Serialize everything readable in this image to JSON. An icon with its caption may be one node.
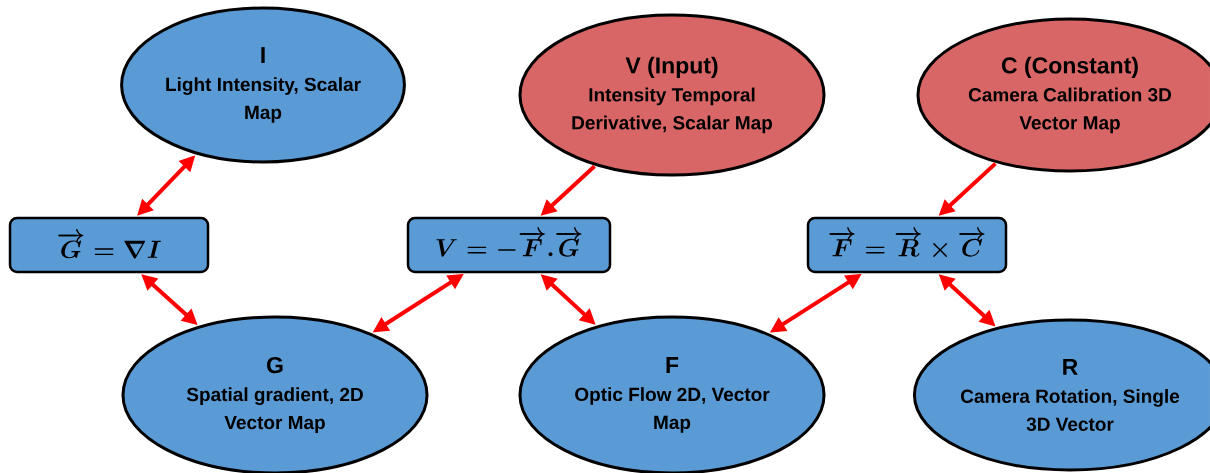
{
  "diagram": {
    "nodes": [
      {
        "text": [
          "I",
          "Light Intensity, Scalar Map"
        ]
      },
      {
        "text": [
          "V (Input)",
          "Intensity Temporal Derivative, Scalar Map"
        ]
      },
      {
        "text": [
          "C (Constant)",
          "Camera Calibration 3D Vector Map"
        ]
      },
      {
        "text": [
          "\\overrightarrow{G} = \\nabla I"
        ]
      },
      {
        "text": [
          "V = -\\overrightarrow{F} . \\overrightarrow{G}"
        ]
      },
      {
        "text": [
          "\\overrightarrow{F} = \\overrightarrow{R} \\times \\overrightarrow{C}"
        ]
      },
      {
        "text": [
          "G",
          "Spatial gradient, 2D Vector Map"
        ]
      },
      {
        "text": [
          "F",
          "Optic Flow 2D, Vector Map"
        ]
      },
      {
        "text": [
          "R",
          "Camera Rotation, Single 3D Vector"
        ]
      }
    ],
    "edges": [
      {
        "from": 3,
        "to": 0,
        "arrow": "both"
      },
      {
        "from": 1,
        "to": 4,
        "arrow": "to"
      },
      {
        "from": 2,
        "to": 5,
        "arrow": "to"
      },
      {
        "from": 3,
        "to": 6,
        "arrow": "both"
      },
      {
        "from": 4,
        "to": 6,
        "arrow": "both"
      },
      {
        "from": 4,
        "to": 7,
        "arrow": "both"
      },
      {
        "from": 5,
        "to": 7,
        "arrow": "both"
      },
      {
        "from": 5,
        "to": 8,
        "arrow": "both"
      }
    ]
  }
}
